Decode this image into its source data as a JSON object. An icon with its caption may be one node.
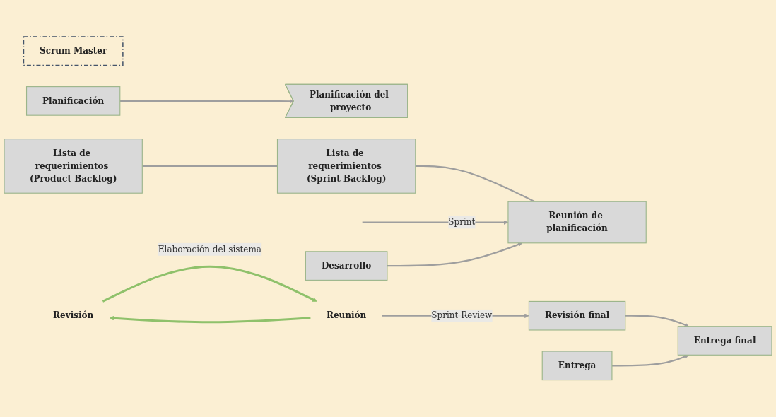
{
  "diagram": {
    "nodes": [
      {
        "text": [
          "Scrum Master"
        ]
      },
      {
        "text": [
          "Planificación del proyecto"
        ]
      },
      {
        "text": [
          "Lista de requerimientos (Product Backlog)"
        ]
      },
      {
        "text": [
          "Lista de requerimientos (Sprint Backlog)"
        ]
      },
      {
        "text": [
          "Revisión"
        ]
      },
      {
        "text": [
          "Reunión"
        ]
      },
      {
        "text": [
          "Reunión de planificación"
        ]
      },
      {
        "text": [
          "Revisión final"
        ]
      },
      {
        "text": [
          "Entrega final"
        ]
      },
      {
        "text": [
          "Planificación"
        ]
      },
      {
        "text": [
          "Desarrollo"
        ]
      },
      {
        "text": [
          "Entrega"
        ]
      }
    ],
    "edges": [
      {
        "from": 2,
        "to": 3,
        "arrow": "none"
      },
      {
        "from": 3,
        "to": 6,
        "arrow": "none"
      },
      {
        "from": 4,
        "to": 5,
        "arrow": "to",
        "label": "Elaboración del sistema",
        "color": "#8fc16b"
      },
      {
        "from": 5,
        "to": 4,
        "arrow": "to",
        "color": "#8fc16b"
      },
      {
        "from": 5,
        "to": 7,
        "arrow": "to",
        "label": "Sprint Review"
      },
      {
        "from": null,
        "to": 6,
        "arrow": "to",
        "label": "Sprint"
      },
      {
        "from": 7,
        "to": 8,
        "arrow": "to"
      },
      {
        "from": 9,
        "to": 1,
        "arrow": "to"
      },
      {
        "from": 10,
        "to": 6,
        "arrow": "to"
      },
      {
        "from": 11,
        "to": 8,
        "arrow": "to"
      }
    ]
  }
}
